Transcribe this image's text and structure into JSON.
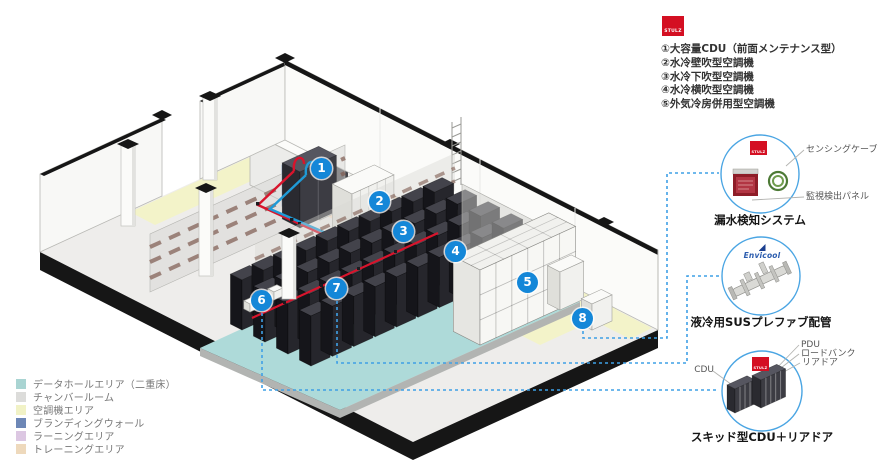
{
  "brand": {
    "stulz": "STULZ",
    "envicool": "Envicool"
  },
  "equipment_list": {
    "items": [
      "①大容量CDU（前面メンテナンス型）",
      "②水冷壁吹型空調機",
      "③水冷下吹型空調機",
      "④水冷横吹型空調機",
      "⑤外気冷房併用型空調機"
    ]
  },
  "markers": [
    "1",
    "2",
    "3",
    "4",
    "5",
    "6",
    "7",
    "8"
  ],
  "callouts": {
    "leak": {
      "title": "漏水検知システム",
      "label_cable": "センシングケーブル",
      "label_panel": "監視検出パネル"
    },
    "piping": {
      "title": "液冷用SUSプレファブ配管"
    },
    "skid": {
      "title": "スキッド型CDU＋リアドア",
      "label_pdu": "PDU",
      "label_loadbank": "ロードバンク",
      "label_reardoor": "リアドア",
      "label_cdu": "CDU"
    }
  },
  "legend": {
    "items": [
      {
        "label": "データホールエリア（二重床）",
        "color": "#a9d4d2"
      },
      {
        "label": "チャンバールーム",
        "color": "#dcdcda"
      },
      {
        "label": "空調機エリア",
        "color": "#f1f2c6"
      },
      {
        "label": "ブランディングウォール",
        "color": "#6d87b6"
      },
      {
        "label": "ラーニングエリア",
        "color": "#dcc7e2"
      },
      {
        "label": "トレーニングエリア",
        "color": "#eed9bc"
      }
    ]
  },
  "colors": {
    "accent_blue": "#1487d8",
    "connector_blue": "#3fa0e6",
    "stulz_red": "#d40f22",
    "pipe_red": "#d8142c",
    "pipe_blue": "#1f9ad6"
  }
}
